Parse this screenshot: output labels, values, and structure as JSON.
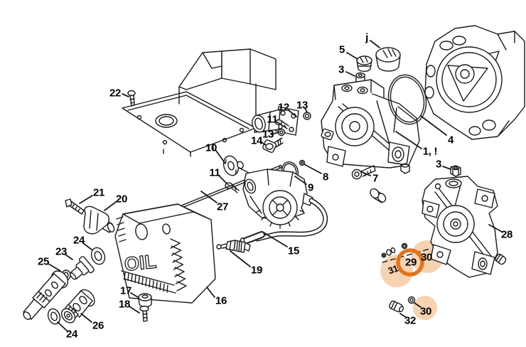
{
  "diagram_type": "exploded-parts-diagram",
  "colors": {
    "highlight_fill": "#f7d3b2",
    "highlight_ring": "#e0741f",
    "line": "#1a1a1a"
  },
  "tank_oil_text": "OIL",
  "labels": {
    "l22": "22",
    "lj": "j",
    "l5": "5",
    "l3a": "3",
    "l4": "4",
    "l12": "12",
    "l13a": "13",
    "l11a": "11",
    "l13b": "13",
    "l14": "14",
    "l10": "10",
    "l11b": "11",
    "l27": "27",
    "l8": "8",
    "l9": "9",
    "l7": "7",
    "l1": "1, !",
    "l3b": "3",
    "l28": "28",
    "l29": "29",
    "l30a": "30",
    "l31": "31",
    "l30b": "30",
    "l32": "32",
    "l16": "16",
    "l19": "19",
    "l15": "15",
    "l17": "17",
    "l18": "18",
    "l21": "21",
    "l20": "20",
    "l24a": "24",
    "l23": "23",
    "l25": "25",
    "l26": "26",
    "l24b": "24"
  }
}
